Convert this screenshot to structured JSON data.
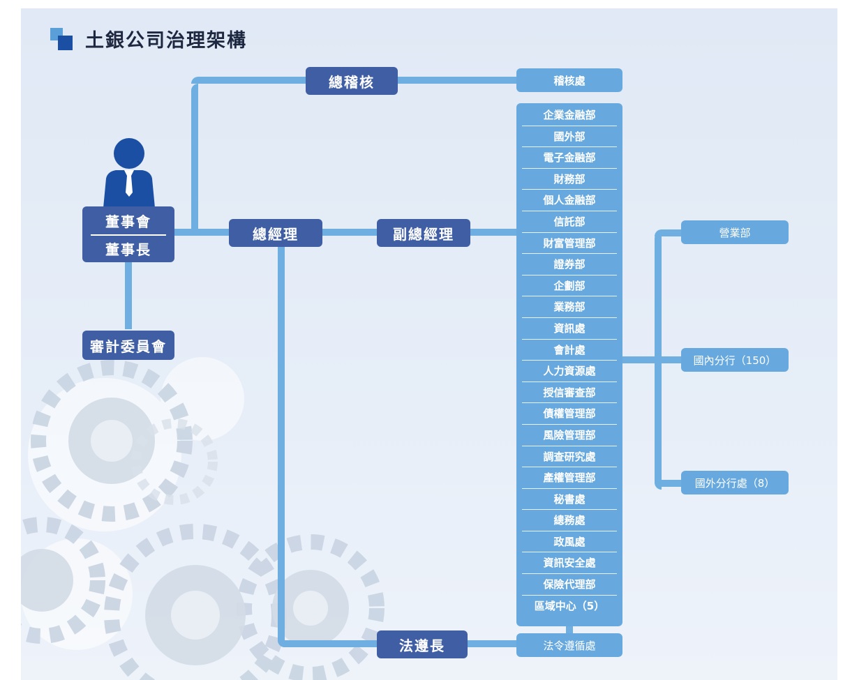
{
  "title": "土銀公司治理架構",
  "nodes": {
    "chief_auditor": "總稽核",
    "audit_office": "稽核處",
    "board_top": "董事會",
    "board_bottom": "董事長",
    "audit_committee": "審計委員會",
    "president": "總經理",
    "vice_president": "副總經理",
    "compliance_chief": "法遵長",
    "compliance_office": "法令遵循處",
    "business_dept": "營業部",
    "domestic_branches": "國內分行（150）",
    "overseas_branches": "國外分行處（8）"
  },
  "departments": [
    "企業金融部",
    "國外部",
    "電子金融部",
    "財務部",
    "個人金融部",
    "信託部",
    "財富管理部",
    "證券部",
    "企劃部",
    "業務部",
    "資訊處",
    "會計處",
    "人力資源處",
    "授信審查部",
    "債權管理部",
    "風險管理部",
    "調查研究處",
    "產權管理部",
    "秘書處",
    "總務處",
    "政風處",
    "資訊安全處",
    "保險代理部",
    "區域中心（5）"
  ],
  "colors": {
    "dark_box": "#3f5ea3",
    "light_box": "#67a9de",
    "connector": "#6eaee0",
    "title_square_light": "#5b9fd9",
    "title_square_dark": "#1b4fa3"
  },
  "icons": {
    "person": "person-silhouette-icon",
    "background": "gears-decoration"
  }
}
